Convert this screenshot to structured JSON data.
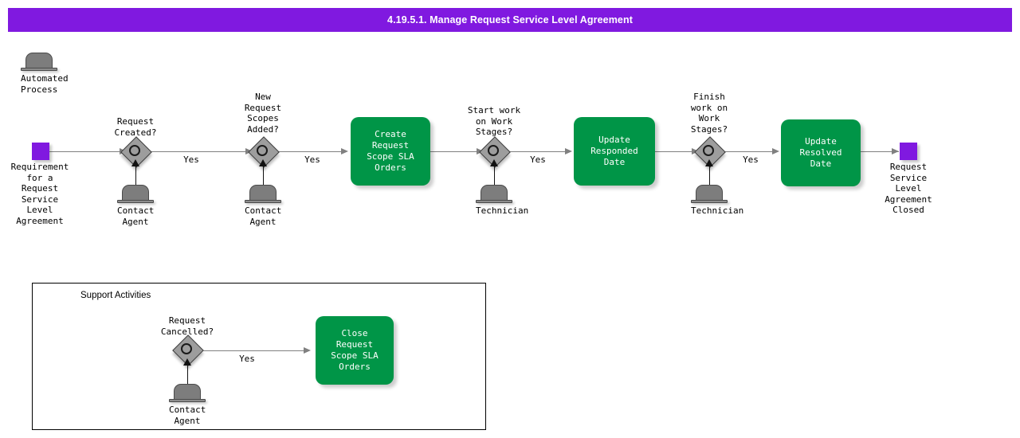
{
  "header": {
    "title": "4.19.5.1. Manage Request Service Level Agreement",
    "bar_color": "#8019e0",
    "text_color": "#ffffff"
  },
  "colors": {
    "event_purple": "#8019e0",
    "task_green": "#009547",
    "gateway_gray": "#9d9d9d",
    "role_gray": "#7d7d7d",
    "connector_gray": "#808080"
  },
  "legend": {
    "automated_process_label": "Automated\nProcess",
    "icon": "bowler-hat-icon"
  },
  "main_flow": {
    "start_event": {
      "label": "Requirement\nfor a\nRequest\nService\nLevel\nAgreement",
      "type": "start-event"
    },
    "end_event": {
      "label": "Request\nService\nLevel\nAgreement\nClosed",
      "type": "end-event"
    },
    "gateways": [
      {
        "label": "Request\nCreated?",
        "role": "Contact\nAgent",
        "outgoing": "Yes"
      },
      {
        "label": "New\nRequest\nScopes\nAdded?",
        "role": "Contact\nAgent",
        "outgoing": "Yes"
      },
      {
        "label": "Start work\non Work\nStages?",
        "role": "Technician",
        "outgoing": "Yes"
      },
      {
        "label": "Finish\nwork on\nWork\nStages?",
        "role": "Technician",
        "outgoing": "Yes"
      }
    ],
    "tasks": [
      {
        "label": "Create Request\nScope SLA\nOrders"
      },
      {
        "label": "Update\nResponded Date"
      },
      {
        "label": "Update Resolved\nDate"
      }
    ]
  },
  "support_activities": {
    "title": "Support Activities",
    "gateway": {
      "label": "Request\nCancelled?",
      "role": "Contact\nAgent",
      "outgoing": "Yes"
    },
    "task": {
      "label": "Close Request\nScope SLA\nOrders"
    }
  }
}
